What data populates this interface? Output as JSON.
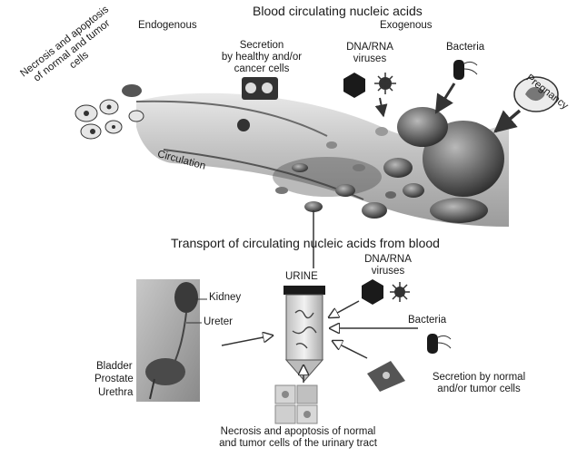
{
  "title": "Blood circulating nucleic acids",
  "transport_title": "Transport of circulating nucleic acids from blood",
  "top": {
    "endogenous": "Endogenous",
    "exogenous": "Exogenous",
    "necrosis_lines": [
      "Necrosis and apoptosis",
      "of normal and tumor",
      "cells"
    ],
    "secretion_lines": [
      "Secretion",
      "by healthy and/or",
      "cancer cells"
    ],
    "dna_rna_lines": [
      "DNA/RNA",
      "viruses"
    ],
    "bacteria": "Bacteria",
    "pregnancy": "Pregnancy",
    "circulation": "Circulation"
  },
  "bottom": {
    "urine": "URINE",
    "kidney": "Kidney",
    "ureter": "Ureter",
    "bladder": "Bladder",
    "prostate": "Prostate",
    "urethra": "Urethra",
    "dna_rna_lines": [
      "DNA/RNA",
      "viruses"
    ],
    "bacteria": "Bacteria",
    "secretion_lines": [
      "Secretion by normal",
      "and/or tumor cells"
    ],
    "necrosis_lines": [
      "Necrosis and apoptosis of normal",
      "and tumor cells of the urinary tract"
    ]
  }
}
